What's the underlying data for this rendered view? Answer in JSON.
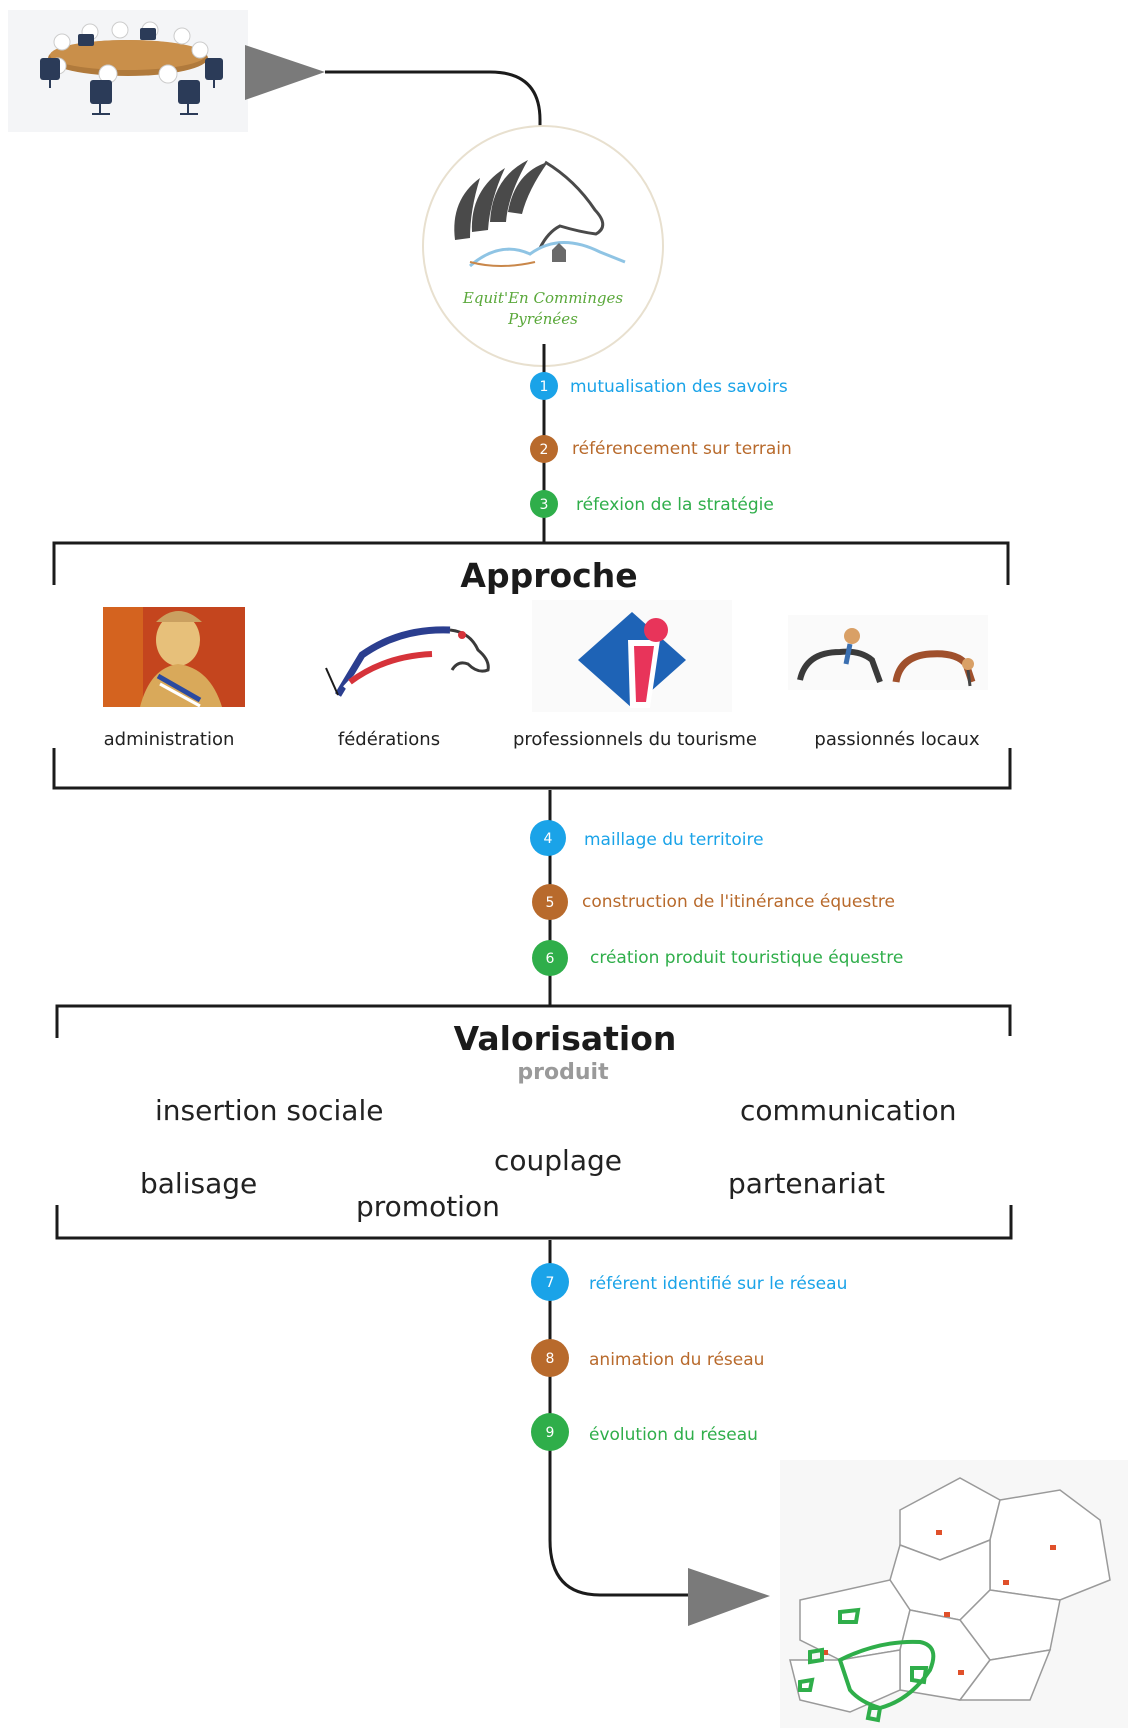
{
  "colors": {
    "blue": "#1aa3e8",
    "brown": "#b86a2c",
    "green": "#2fae4a",
    "line": "#1b1b1b"
  },
  "icons": {
    "meeting": "meeting-table-icon",
    "logo": "horse-head-logo",
    "administration": "marianne-icon",
    "federations": "ffe-horse-logo",
    "tourisme": "tourism-i-logo",
    "passionnes": "horse-riders-icon",
    "map": "region-map-icon"
  },
  "logo": {
    "line1": "Equit'En Comminges",
    "line2": "Pyrénées"
  },
  "steps_top": [
    {
      "num": "1",
      "label": "mutualisation des savoirs",
      "color": "#1aa3e8"
    },
    {
      "num": "2",
      "label": "référencement sur terrain",
      "color": "#b86a2c"
    },
    {
      "num": "3",
      "label": "réfexion de la stratégie",
      "color": "#2fae4a"
    }
  ],
  "approche": {
    "title": "Approche",
    "actors": [
      {
        "label": "administration"
      },
      {
        "label": "fédérations"
      },
      {
        "label": "professionnels du tourisme"
      },
      {
        "label": "passionnés locaux"
      }
    ]
  },
  "steps_middle": [
    {
      "num": "4",
      "label": "maillage du territoire",
      "color": "#1aa3e8"
    },
    {
      "num": "5",
      "label": "construction de l'itinérance équestre",
      "color": "#b86a2c"
    },
    {
      "num": "6",
      "label": "création produit touristique équestre",
      "color": "#2fae4a"
    }
  ],
  "valorisation": {
    "title": "Valorisation",
    "subtitle": "produit",
    "words": {
      "insertion": "insertion sociale",
      "communication": "communication",
      "couplage": "couplage",
      "balisage": "balisage",
      "partenariat": "partenariat",
      "promotion": "promotion"
    }
  },
  "steps_bottom": [
    {
      "num": "7",
      "label": "référent identifié sur le réseau",
      "color": "#1aa3e8"
    },
    {
      "num": "8",
      "label": "animation du réseau",
      "color": "#b86a2c"
    },
    {
      "num": "9",
      "label": "évolution du réseau",
      "color": "#2fae4a"
    }
  ]
}
